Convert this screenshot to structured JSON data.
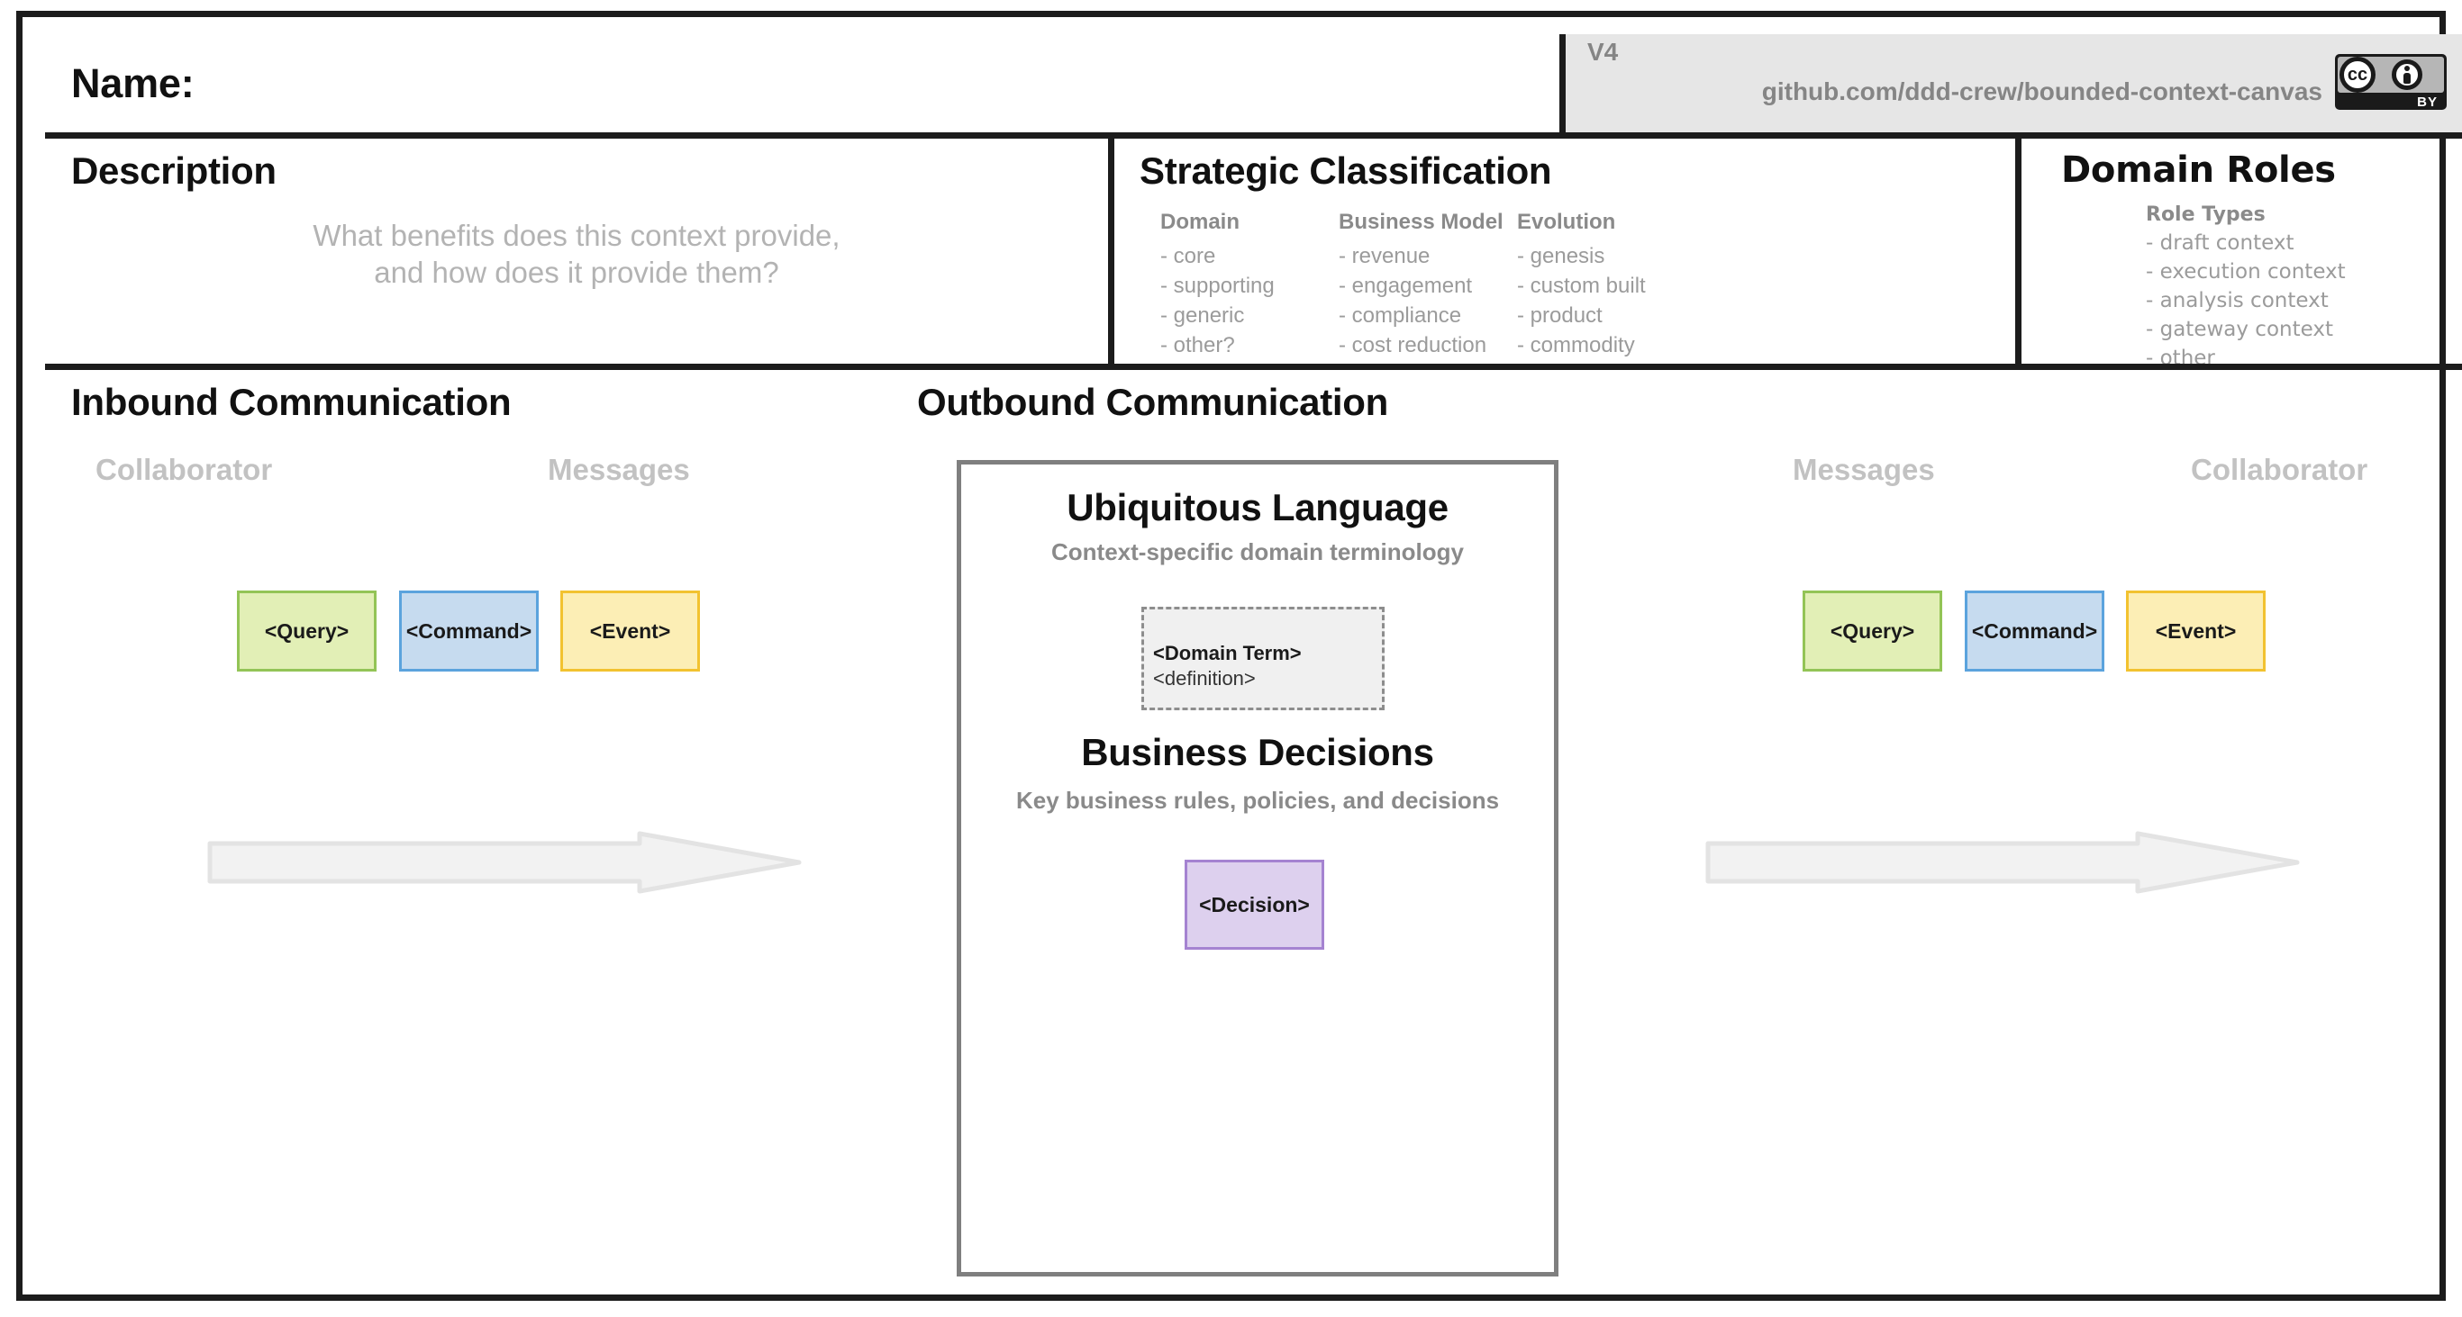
{
  "header": {
    "name_label": "Name:",
    "version": "V4",
    "repo": "github.com/ddd-crew/bounded-context-canvas",
    "license": {
      "cc_text": "cc",
      "by_text": "BY",
      "icon": "creative-commons-by-badge"
    }
  },
  "description": {
    "title": "Description",
    "placeholder_line1": "What benefits does this context provide,",
    "placeholder_line2": "and how does it provide them?"
  },
  "strategic_classification": {
    "title": "Strategic Classification",
    "columns": [
      {
        "head": "Domain",
        "items": [
          "- core",
          "- supporting",
          "- generic",
          "- other?"
        ]
      },
      {
        "head": "Business Model",
        "items": [
          "- revenue",
          "- engagement",
          "- compliance",
          "- cost reduction"
        ]
      },
      {
        "head": "Evolution",
        "items": [
          "- genesis",
          "- custom built",
          "- product",
          "- commodity"
        ]
      }
    ]
  },
  "domain_roles": {
    "title": "Domain Roles",
    "head": "Role Types",
    "items": [
      "- draft context",
      "- execution context",
      "- analysis context",
      "- gateway context",
      "- other"
    ]
  },
  "inbound": {
    "title": "Inbound Communication",
    "left_label": "Collaborator",
    "right_label": "Messages",
    "notes": [
      {
        "label": "<Query>",
        "kind": "query"
      },
      {
        "label": "<Command>",
        "kind": "command"
      },
      {
        "label": "<Event>",
        "kind": "event"
      }
    ],
    "arrow": "right-block-arrow"
  },
  "outbound": {
    "title": "Outbound Communication",
    "left_label": "Messages",
    "right_label": "Collaborator",
    "notes": [
      {
        "label": "<Query>",
        "kind": "query"
      },
      {
        "label": "<Command>",
        "kind": "command"
      },
      {
        "label": "<Event>",
        "kind": "event"
      }
    ],
    "arrow": "right-block-arrow"
  },
  "ubiquitous_language": {
    "title": "Ubiquitous Language",
    "subtitle": "Context-specific domain terminology",
    "term": "<Domain Term>",
    "definition": "<definition>"
  },
  "business_decisions": {
    "title": "Business Decisions",
    "subtitle": "Key business rules, policies, and decisions",
    "decision": "<Decision>"
  },
  "colors": {
    "frame": "#1c1c1c",
    "muted_text": "#9b9b9b",
    "placeholder_text": "#b3b3b3",
    "panel_border": "#7f7f7f",
    "query_fill": "#e2efb6",
    "query_border": "#93c456",
    "command_fill": "#c6dbef",
    "command_border": "#5ba3dd",
    "event_fill": "#fceeb5",
    "event_border": "#f2c230",
    "decision_fill": "#ddd0ee",
    "decision_border": "#a583d1",
    "arrow_fill": "#f2f2f2",
    "arrow_border": "#e0e0e0",
    "version_band": "#e6e6e6"
  }
}
